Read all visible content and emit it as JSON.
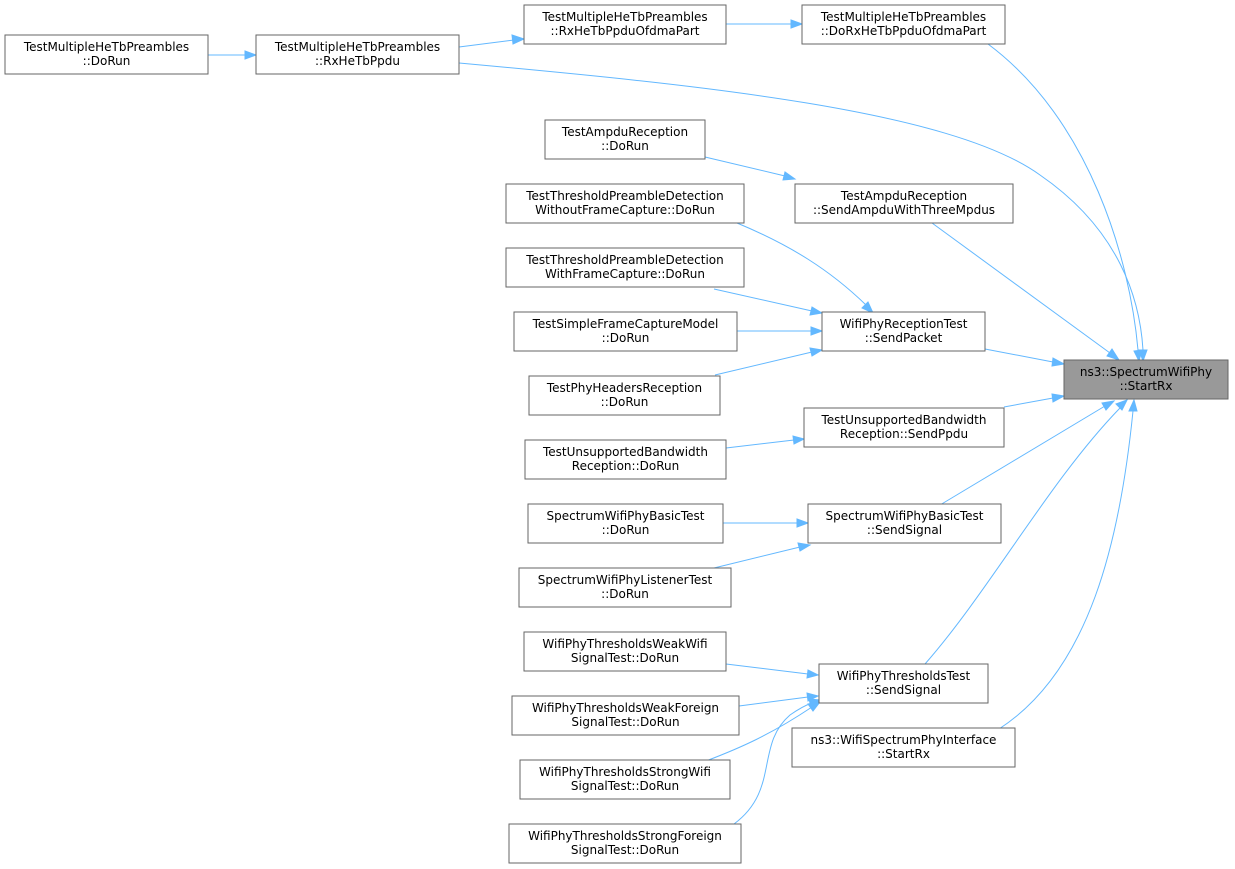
{
  "colors": {
    "edge": "#63b8ff",
    "node_border": "#666666",
    "node_fill": "#ffffff",
    "focus_fill": "#999999",
    "text": "#000000"
  },
  "nodes": [
    {
      "id": "n_mhe_dorun",
      "lines": [
        "TestMultipleHeTbPreambles",
        "::DoRun"
      ]
    },
    {
      "id": "n_mhe_rxhetbppdu",
      "lines": [
        "TestMultipleHeTbPreambles",
        "::RxHeTbPpdu"
      ]
    },
    {
      "id": "n_mhe_rxofdma",
      "lines": [
        "TestMultipleHeTbPreambles",
        "::RxHeTbPpduOfdmaPart"
      ]
    },
    {
      "id": "n_mhe_dorxofdma",
      "lines": [
        "TestMultipleHeTbPreambles",
        "::DoRxHeTbPpduOfdmaPart"
      ]
    },
    {
      "id": "n_ampdu_dorun",
      "lines": [
        "TestAmpduReception",
        "::DoRun"
      ]
    },
    {
      "id": "n_ampdu_send",
      "lines": [
        "TestAmpduReception",
        "::SendAmpduWithThreeMpdus"
      ]
    },
    {
      "id": "n_tpd_wofc",
      "lines": [
        "TestThresholdPreambleDetection",
        "WithoutFrameCapture::DoRun"
      ]
    },
    {
      "id": "n_tpd_wfc",
      "lines": [
        "TestThresholdPreambleDetection",
        "WithFrameCapture::DoRun"
      ]
    },
    {
      "id": "n_sfcm",
      "lines": [
        "TestSimpleFrameCaptureModel",
        "::DoRun"
      ]
    },
    {
      "id": "n_wprt_send",
      "lines": [
        "WifiPhyReceptionTest",
        "::SendPacket"
      ]
    },
    {
      "id": "n_phyhdr",
      "lines": [
        "TestPhyHeadersReception",
        "::DoRun"
      ]
    },
    {
      "id": "n_ubw_send",
      "lines": [
        "TestUnsupportedBandwidth",
        "Reception::SendPpdu"
      ]
    },
    {
      "id": "n_ubw_dorun",
      "lines": [
        "TestUnsupportedBandwidth",
        "Reception::DoRun"
      ]
    },
    {
      "id": "n_swpbt_dorun",
      "lines": [
        "SpectrumWifiPhyBasicTest",
        "::DoRun"
      ]
    },
    {
      "id": "n_swpbt_send",
      "lines": [
        "SpectrumWifiPhyBasicTest",
        "::SendSignal"
      ]
    },
    {
      "id": "n_swplt_dorun",
      "lines": [
        "SpectrumWifiPhyListenerTest",
        "::DoRun"
      ]
    },
    {
      "id": "n_wpt_weakwifi",
      "lines": [
        "WifiPhyThresholdsWeakWifi",
        "SignalTest::DoRun"
      ]
    },
    {
      "id": "n_wpt_send",
      "lines": [
        "WifiPhyThresholdsTest",
        "::SendSignal"
      ]
    },
    {
      "id": "n_wpt_weakforeign",
      "lines": [
        "WifiPhyThresholdsWeakForeign",
        "SignalTest::DoRun"
      ]
    },
    {
      "id": "n_wspi_startrx",
      "lines": [
        "ns3::WifiSpectrumPhyInterface",
        "::StartRx"
      ]
    },
    {
      "id": "n_wpt_strongwifi",
      "lines": [
        "WifiPhyThresholdsStrongWifi",
        "SignalTest::DoRun"
      ]
    },
    {
      "id": "n_wpt_strongforeign",
      "lines": [
        "WifiPhyThresholdsStrongForeign",
        "SignalTest::DoRun"
      ]
    },
    {
      "id": "n_swp_startrx",
      "lines": [
        "ns3::SpectrumWifiPhy",
        "::StartRx"
      ],
      "focus": true
    }
  ]
}
